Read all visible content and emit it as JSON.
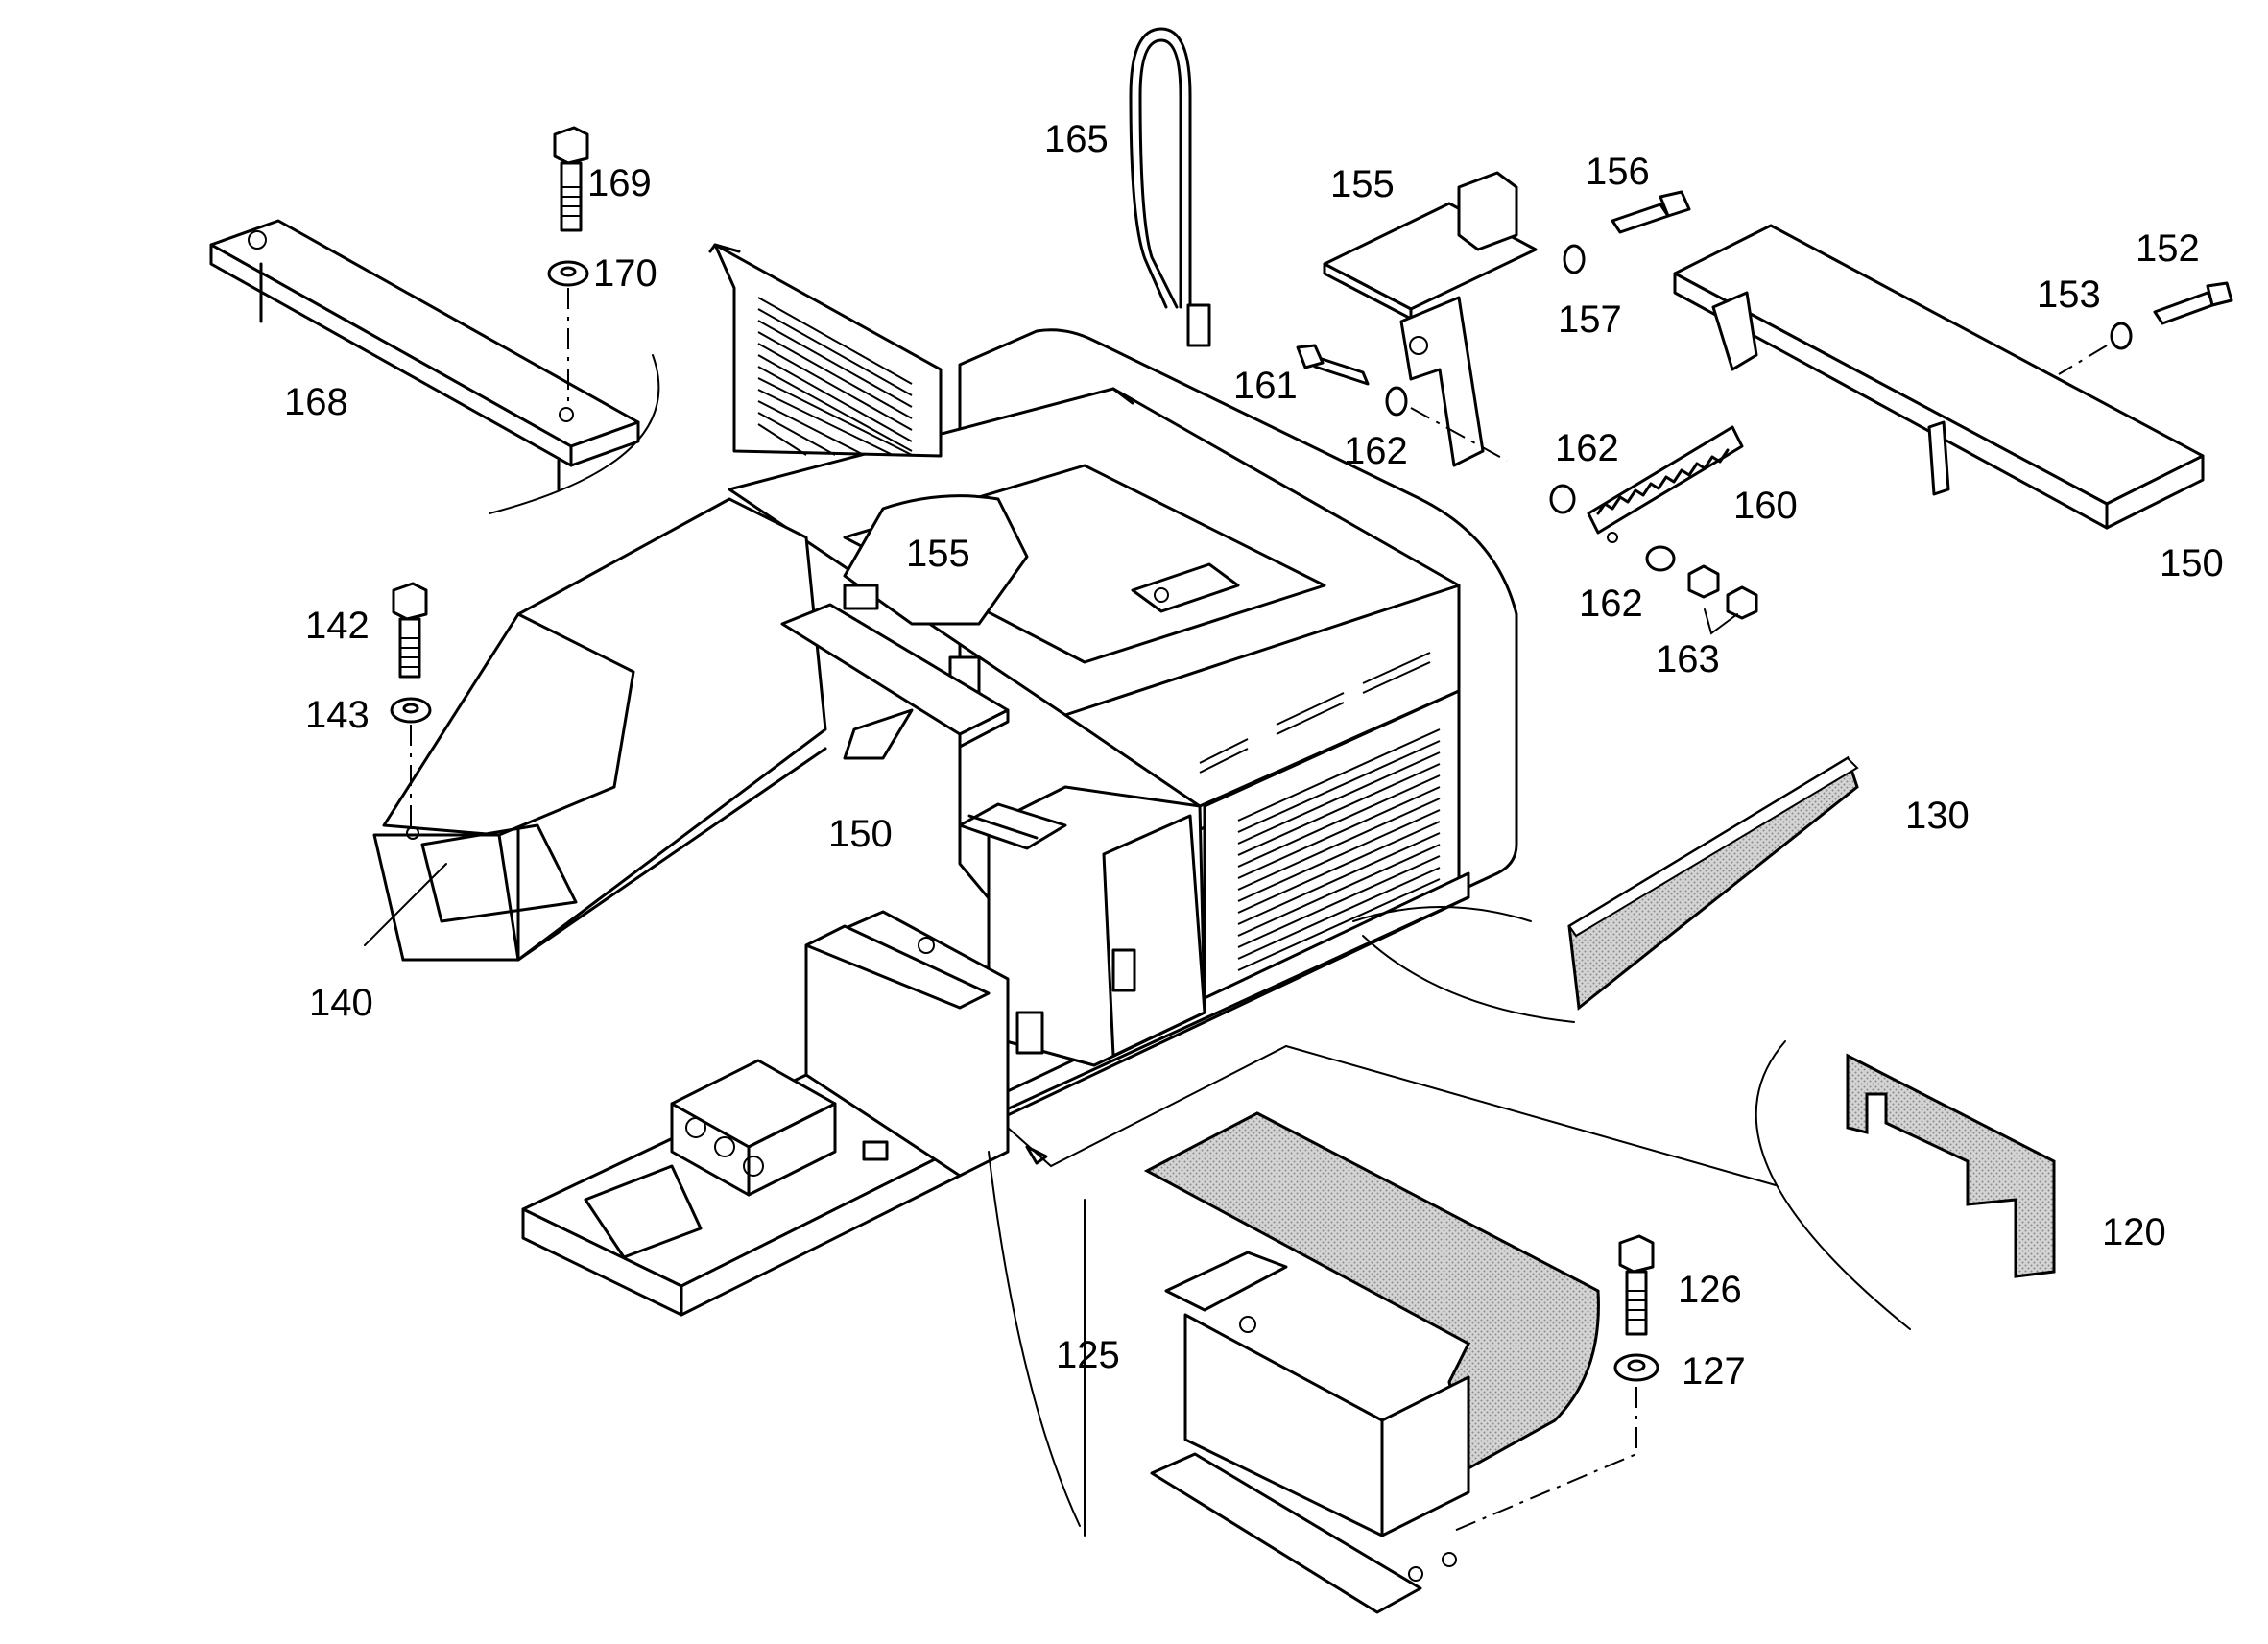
{
  "diagram": {
    "callouts": {
      "c120": "120",
      "c125": "125",
      "c126": "126",
      "c127": "127",
      "c130": "130",
      "c140": "140",
      "c142": "142",
      "c143": "143",
      "c150a": "150",
      "c150b": "150",
      "c152": "152",
      "c153": "153",
      "c155a": "155",
      "c155b": "155",
      "c156": "156",
      "c157": "157",
      "c160": "160",
      "c161": "161",
      "c162a": "162",
      "c162b": "162",
      "c162c": "162",
      "c163": "163",
      "c165": "165",
      "c168": "168",
      "c169": "169",
      "c170": "170"
    },
    "colors": {
      "line": "#000000",
      "background": "#ffffff",
      "foam": "#c8c8c8"
    }
  }
}
